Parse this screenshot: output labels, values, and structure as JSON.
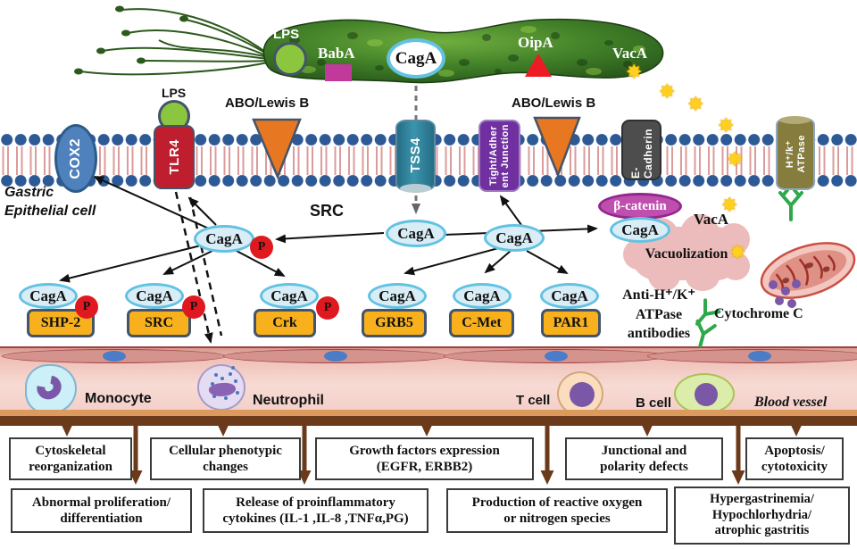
{
  "bacterium": {
    "lps": "LPS",
    "baba": "BabA",
    "caga": "CagA",
    "oipa": "OipA",
    "vaca": "VacA"
  },
  "membrane": {
    "cox2": "COX2",
    "lps": "LPS",
    "tlr4": "TLR4",
    "abo1": "ABO/Lewis B",
    "tss4": "TSS4",
    "junction_l1": "Tight/Adher",
    "junction_l2": "ent Junction",
    "abo2": "ABO/Lewis B",
    "ecadherin": "E-Cadherin",
    "atpase_l1": "H⁺/k⁺",
    "atpase_l2": "ATPase"
  },
  "cell": {
    "l1": "Gastric",
    "l2": "Epithelial cell"
  },
  "signal": {
    "caga": "CagA",
    "p": "P",
    "src": "SRC",
    "beta": "β-catenin",
    "vaca": "VacA",
    "vacuolization": "Vacuolization",
    "ab1": "Anti-H⁺/K⁺",
    "ab2": "ATPase",
    "ab3": "antibodies",
    "cytc": "Cytochrome C"
  },
  "adaptors": [
    {
      "label": "SHP-2",
      "phosphorylated": true
    },
    {
      "label": "SRC",
      "phosphorylated": true
    },
    {
      "label": "Crk",
      "phosphorylated": true
    },
    {
      "label": "GRB5",
      "phosphorylated": false
    },
    {
      "label": "C-Met",
      "phosphorylated": false
    },
    {
      "label": "PAR1",
      "phosphorylated": false
    }
  ],
  "tissue": {
    "monocyte": "Monocyte",
    "neutrophil": "Neutrophil",
    "tcell": "T cell",
    "bcell": "B cell",
    "vessel": "Blood vessel"
  },
  "outcomes": {
    "r1": [
      {
        "l1": "Cytoskeletal",
        "l2": "reorganization"
      },
      {
        "l1": "Cellular phenotypic",
        "l2": "changes"
      },
      {
        "l1": "Growth factors expression",
        "l2": "(EGFR, ERBB2)"
      },
      {
        "l1": "Junctional and",
        "l2": "polarity defects"
      },
      {
        "l1": "Apoptosis/",
        "l2": "cytotoxicity"
      }
    ],
    "r2": [
      {
        "l1": "Abnormal proliferation/",
        "l2": "differentiation"
      },
      {
        "l1": "Release of proinflammatory",
        "l2": "cytokines (IL-1 ,IL-8 ,TNFα,PG)"
      },
      {
        "l1": "Production of reactive oxygen",
        "l2": "or nitrogen species"
      },
      {
        "l1": "Hypergastrinemia/",
        "l2": "Hypochlorhydria/",
        "l3": "atrophic gastritis"
      }
    ]
  },
  "icons": {
    "vaca_star": "✸"
  },
  "colors": {
    "membrane_head": "#2d5a96",
    "tail_pink": "#dc9b9b",
    "caga_fill": "#d8edf6",
    "caga_border": "#62c2e2",
    "p_fill": "#e0181f",
    "adaptor_fill": "#f8b11c",
    "adaptor_border": "#44546a",
    "cox2": "#4f81bd",
    "tlr4": "#bf1e2e",
    "tss4": "#2e7f97",
    "junction": "#7030a0",
    "ecadherin": "#4d4d4d",
    "atpase": "#857c3e",
    "triangle": "#e87722",
    "beta_catenin": "#bf4fae",
    "bacterium_green": "#3f7d27",
    "star_yellow": "#ffd01e",
    "antibody_green": "#2ea84a",
    "comb_brown": "#6b3a1b",
    "tissue_pink": "#f2cdc6",
    "box_border": "#3a3a3a"
  }
}
